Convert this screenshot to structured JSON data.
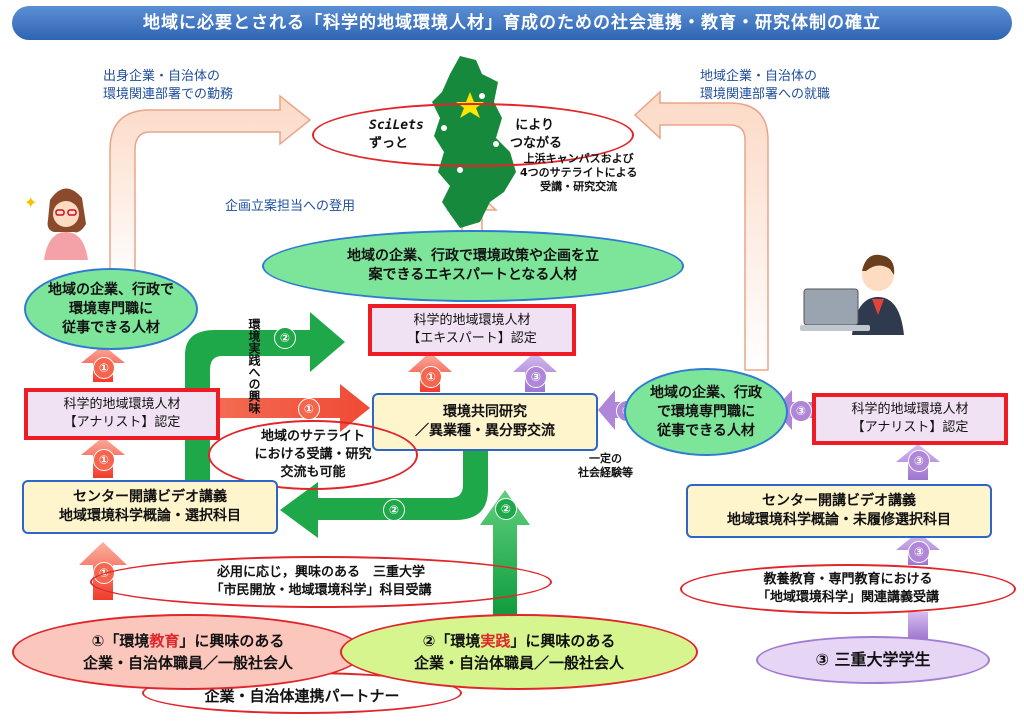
{
  "title": "地域に必要とされる「科学的地域環境人材」育成のための社会連携・教育・研究体制の確立",
  "notes": {
    "top_left_line1": "出身企業・自治体の",
    "top_left_line2": "環境関連部署での勤務",
    "top_right_line1": "地域企業・自治体の",
    "top_right_line2": "環境関連部署への就職",
    "planning": "企画立案担当への登用",
    "campus_line1": "上浜キャンパスおよび",
    "campus_line2": "4つのサテライトによる",
    "campus_line3": "受講・研究交流",
    "experience_line1": "一定の",
    "experience_line2": "社会経験等",
    "practice_interest": "環境実践への興味"
  },
  "scilets": {
    "brand": "SciLets",
    "line1_suffix": "により",
    "line2_left": "ずっと",
    "line2_right": "つながる"
  },
  "nodes": {
    "expert_people_line1": "地域の企業、行政で環境政策や企画を立",
    "expert_people_line2": "案できるエキスパートとなる人材",
    "left_people_line1": "地域の企業、行政で",
    "left_people_line2": "環境専門職に",
    "left_people_line3": "従事できる人材",
    "right_people_line1": "地域の企業、行政",
    "right_people_line2": "で環境専門職に",
    "right_people_line3": "従事できる人材",
    "expert_cert_line1": "科学的地域環境人材",
    "expert_cert_line2": "【エキスパート】認定",
    "left_cert_line1": "科学的地域環境人材",
    "left_cert_line2": "【アナリスト】認定",
    "right_cert_line1": "科学的地域環境人材",
    "right_cert_line2": "【アナリスト】認定",
    "research_line1": "環境共同研究",
    "research_line2": "／異業種・異分野交流",
    "satellite_line1": "地域のサテライト",
    "satellite_line2": "における受講・研究",
    "satellite_line3": "交流も可能",
    "left_video_line1": "センター開講ビデオ講義",
    "left_video_line2": "地域環境科学概論・選択科目",
    "right_video_line1": "センター開講ビデオ講義",
    "right_video_line2": "地域環境科学概論・未履修選択科目",
    "open_course_line1": "必用に応じ，興味のある　三重大学",
    "open_course_line2": "「市民開放・地域環境科学」科目受講",
    "liberal_line1": "教養教育・専門教育における",
    "liberal_line2": "「地域環境科学」関連講義受講",
    "source1_prefix": "①「環境",
    "source1_highlight": "教育",
    "source1_suffix": "」に興味のある",
    "source1_line2": "企業・自治体職員／一般社会人",
    "source2_prefix": "②「環境",
    "source2_highlight": "実践",
    "source2_suffix": "」に興味のある",
    "source2_line2": "企業・自治体職員／一般社会人",
    "source3": "③ 三重大学学生",
    "partner": "企業・自治体連携パートナー"
  },
  "markers": {
    "one": "①",
    "two": "②",
    "three": "③"
  },
  "colors": {
    "track1": "#f4664d",
    "track2": "#1fa84a",
    "track3": "#b086d8",
    "cert_border": "#ee1c25",
    "green_node": "#7de59a",
    "highlight_red": "#e0262a"
  }
}
